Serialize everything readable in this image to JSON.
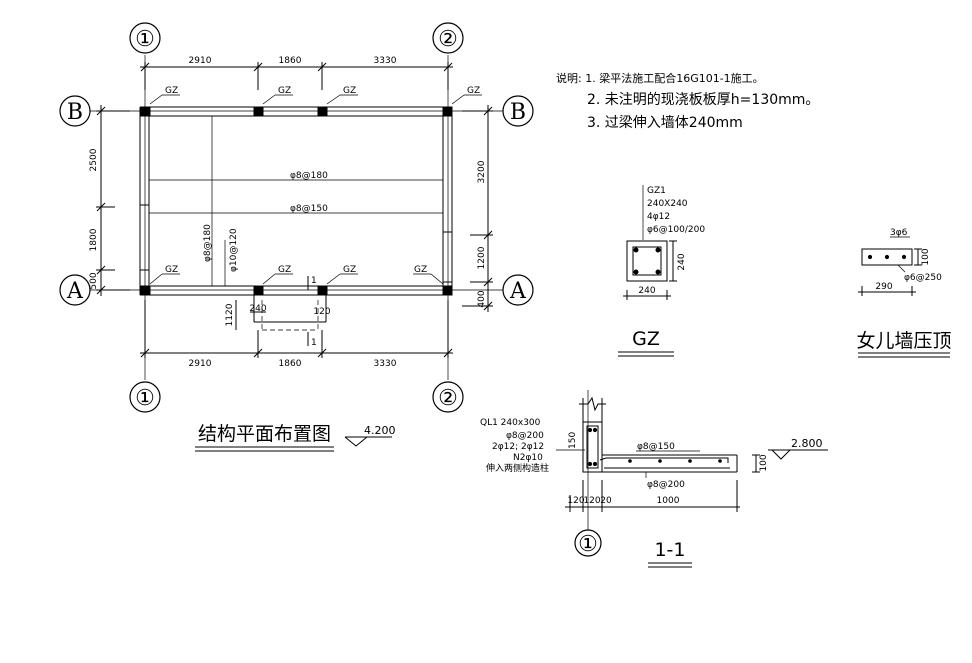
{
  "plan": {
    "axes": {
      "one": "①",
      "two": "②",
      "A": "A",
      "B": "B"
    },
    "top_dims": [
      "2910",
      "1860",
      "3330"
    ],
    "bottom_dims": [
      "2910",
      "1860",
      "3330"
    ],
    "left_dims": [
      "2500",
      "1800",
      "500"
    ],
    "right_dims": [
      "3200",
      "1200",
      "400"
    ],
    "column_tags": [
      "GZ",
      "GZ",
      "GZ",
      "GZ",
      "GZ",
      "GZ",
      "GZ",
      "GZ"
    ],
    "slab_rebar_1": "φ8@180",
    "slab_rebar_2": "φ8@150",
    "vert_rebar_1": "φ8@180",
    "vert_rebar_2": "φ10@120",
    "section_marks": [
      "1",
      "1"
    ],
    "bay_dims": [
      "1120",
      "240",
      "120"
    ],
    "title": "结构平面布置图",
    "elevation": "4.200"
  },
  "notes": {
    "line1": "说明: 1. 梁平法施工配合16G101-1施工。",
    "line2": "2. 未注明的现浇板板厚h=130mm。",
    "line3": "3. 过梁伸入墙体240mm"
  },
  "gz_detail": {
    "name": "GZ1",
    "size": "240X240",
    "main_bar": "4φ12",
    "stirrup": "φ6@100/200",
    "dim_w": "240",
    "dim_h": "240",
    "title": "GZ"
  },
  "parapet": {
    "bars": "3φ6",
    "stirrup": "φ6@250",
    "dim_h": "100",
    "dim_w": "290",
    "title": "女儿墙压顶"
  },
  "section": {
    "beam": "QL1 240x300",
    "stirrup": "φ8@200",
    "bars": "2φ12; 2φ12",
    "waist": "N2φ10",
    "note": "伸入两侧构造柱",
    "dim_v": "150",
    "top_rebar": "φ8@150",
    "bot_rebar": "φ8@200",
    "slab_t": "100",
    "elevation": "2.800",
    "dims": [
      "120",
      "120",
      "20",
      "1000"
    ],
    "axis": "①",
    "title": "1-1"
  }
}
